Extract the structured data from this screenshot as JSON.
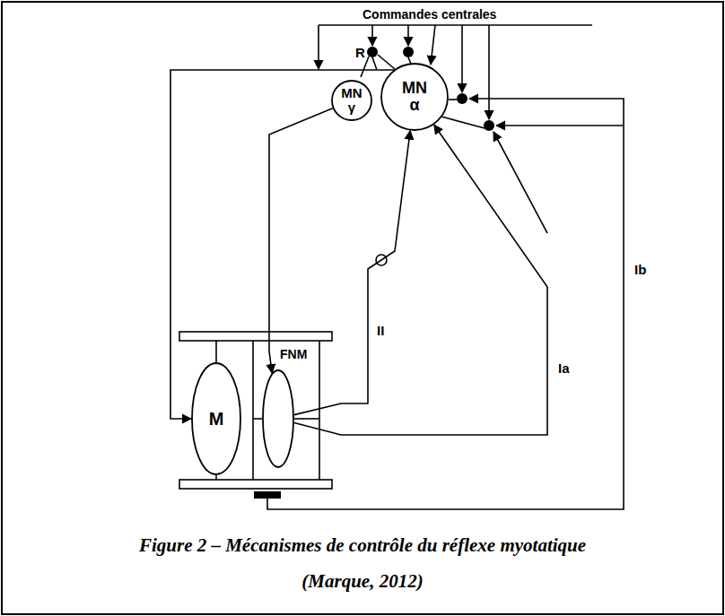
{
  "diagram": {
    "caption": "Figure 2 – Mécanismes de contrôle du réflexe myotatique (Marque, 2012)",
    "nodes": [
      {
        "text": [
          "MN γ"
        ]
      },
      {
        "text": [
          "MN α"
        ]
      },
      {
        "text": [
          "M"
        ]
      },
      {
        "text": [
          "FNM"
        ]
      }
    ],
    "edges": [
      {
        "from": 1,
        "to": 2,
        "arrow": "to"
      },
      {
        "from": 0,
        "to": 3,
        "arrow": "to"
      },
      {
        "from": 3,
        "to": 1,
        "label": "Ia",
        "arrow": "to"
      },
      {
        "from": 3,
        "to": 1,
        "label": "II",
        "arrow": "to"
      }
    ],
    "labels": [
      "Commandes centrales",
      "R",
      "Ib"
    ]
  }
}
